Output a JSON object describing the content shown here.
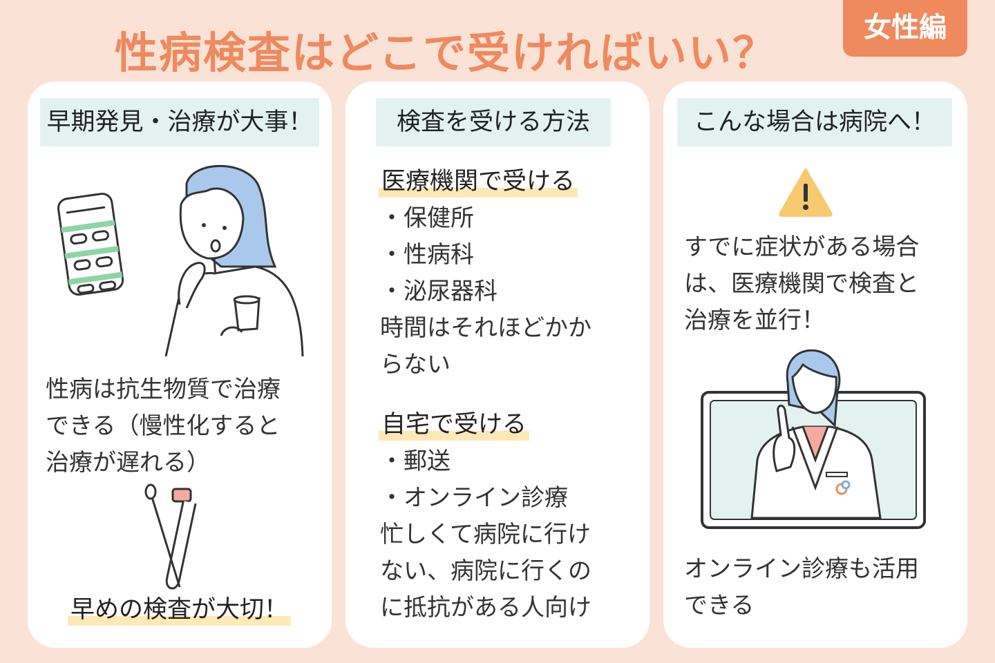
{
  "header": {
    "title": "性病検査はどこで受ければいい？",
    "badge": "女性編"
  },
  "cards": [
    {
      "heading": "早期発見・治療が大事！",
      "body_lines": [
        "性病は抗生物質で治療",
        "できる（慢性化すると",
        "治療が遅れる）"
      ],
      "highlight": "早めの検査が大切！"
    },
    {
      "heading": "検査を受ける方法",
      "section1": {
        "title": "医療機関で受ける",
        "items": [
          "・保健所",
          "・性病科",
          "・泌尿器科"
        ],
        "note_lines": [
          "時間はそれほどかか",
          "らない"
        ]
      },
      "section2": {
        "title": "自宅で受ける",
        "items": [
          "・郵送",
          "・オンライン診療"
        ],
        "note_lines": [
          "忙しくて病院に行け",
          "ない、病院に行くの",
          "に抵抗がある人向け"
        ]
      }
    },
    {
      "heading": "こんな場合は病院へ！",
      "warning_lines": [
        "すでに症状がある場合",
        "は、医療機関で検査と",
        "治療を並行！"
      ],
      "footer_lines": [
        "オンライン診療も活用",
        "できる"
      ]
    }
  ],
  "colors": {
    "background": "#fbe2d7",
    "accent": "#ef8a5e",
    "heading_bg": "#e3f2f1",
    "highlight": "#fde9b6",
    "hair": "#a9c8ec",
    "warning": "#f7c971"
  },
  "icons": [
    "pill-pack-icon",
    "woman-taking-medicine-icon",
    "swab-tube-icon",
    "warning-icon",
    "doctor-on-screen-icon"
  ]
}
